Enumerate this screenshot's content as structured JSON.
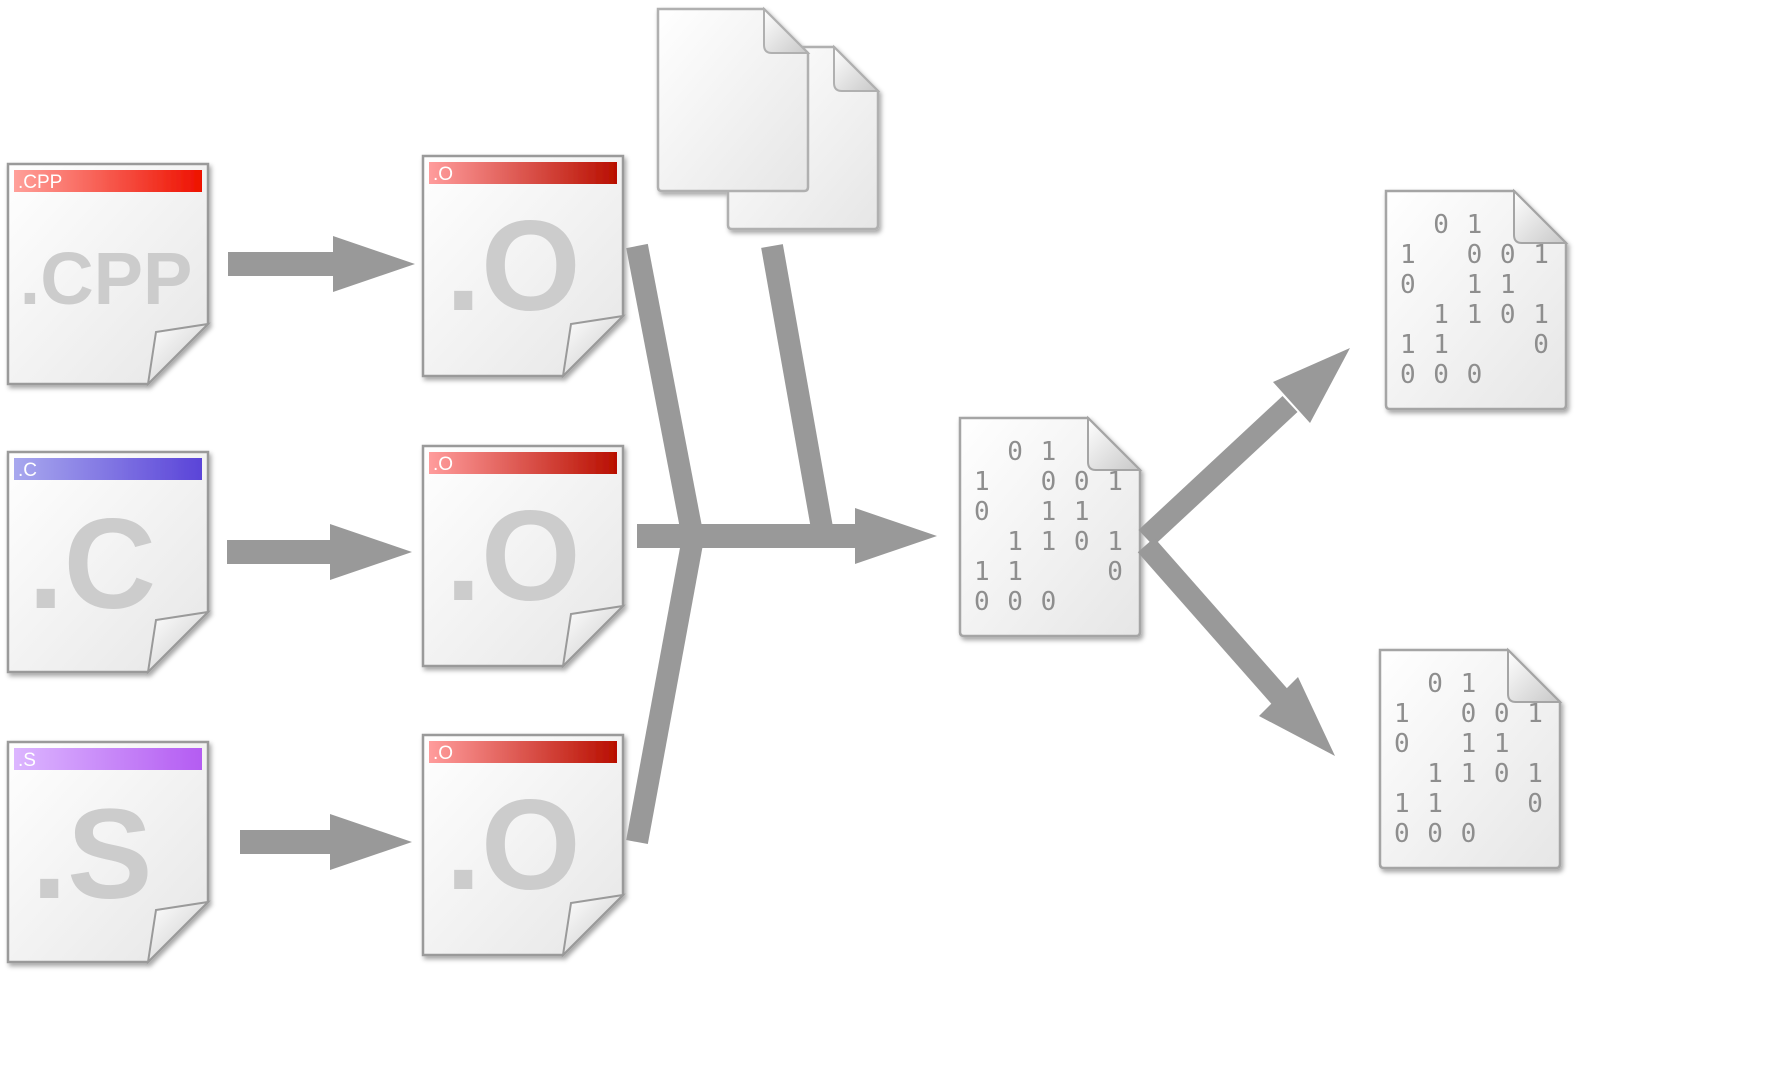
{
  "diagram": {
    "sources": [
      {
        "tag": ".CPP",
        "big": ".CPP",
        "color_from": "#ffa09a",
        "color_to": "#ee1100"
      },
      {
        "tag": ".C",
        "big": ".C",
        "color_from": "#a8a8ee",
        "color_to": "#5a44d8"
      },
      {
        "tag": ".S",
        "big": ".S",
        "color_from": "#dcb6ff",
        "color_to": "#b45cf2"
      }
    ],
    "objects": [
      {
        "tag": ".O",
        "big": ".O"
      },
      {
        "tag": ".O",
        "big": ".O"
      },
      {
        "tag": ".O",
        "big": ".O"
      }
    ],
    "object_color_from": "#ff9c9c",
    "object_color_to": "#b80f00",
    "binary_rows": [
      "  0 1",
      "1   0 0 1",
      "0   1 1",
      "  1 1 0 1",
      "1 1     0",
      "0 0 0"
    ],
    "arrow_color": "#999999"
  }
}
